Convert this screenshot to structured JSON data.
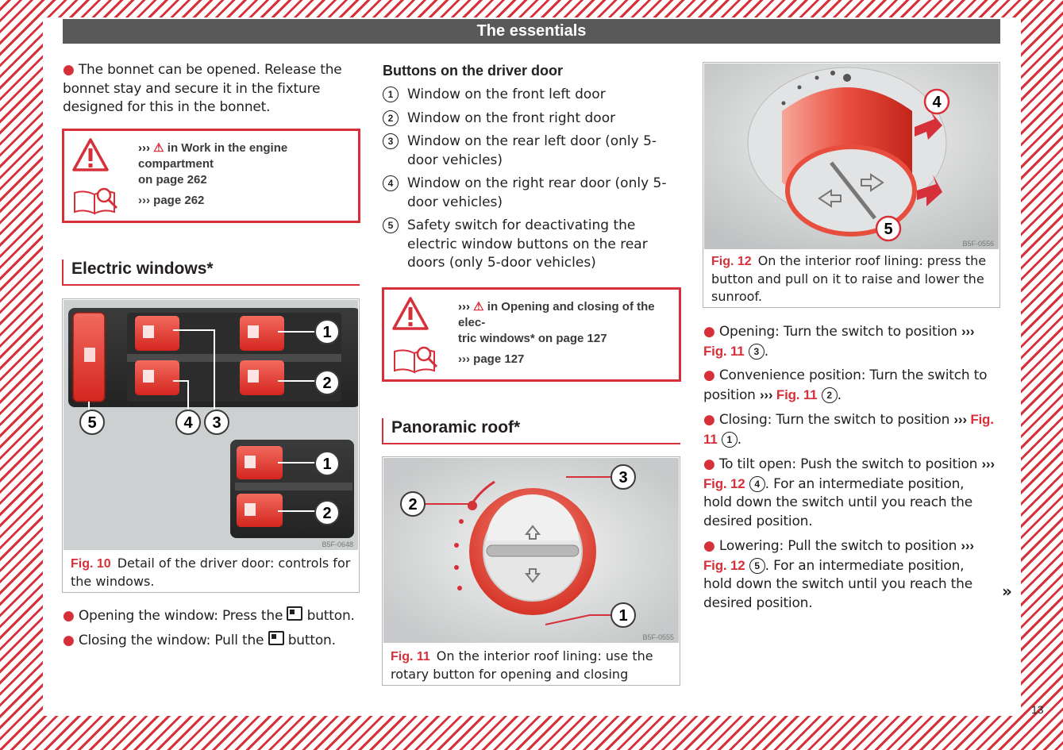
{
  "header": {
    "title": "The essentials"
  },
  "col1": {
    "bonnet_text": "The bonnet can be opened. Release the bonnet stay and secure it in the fixture designed for this in the bonnet.",
    "warn": {
      "line1": "in Work in the engine compartment",
      "line2": "on page 262",
      "ref": "page 262"
    },
    "section_title": "Electric windows*",
    "fig_label": "Fig. 10",
    "fig_caption": "Detail of the driver door: controls for the windows.",
    "fig_code": "B5F-0648",
    "bullet_open": "Opening the window: Press the",
    "bullet_close": "Closing the window: Pull the",
    "button_word": "button.",
    "callouts": [
      "1",
      "2",
      "4",
      "3",
      "5",
      "1",
      "2"
    ]
  },
  "col2": {
    "heading": "Buttons on the driver door",
    "items": [
      {
        "n": "1",
        "text": "Window on the front left door"
      },
      {
        "n": "2",
        "text": "Window on the front right door"
      },
      {
        "n": "3",
        "text": "Window on the rear left door (only 5-door vehicles)"
      },
      {
        "n": "4",
        "text": "Window on the right rear door (only 5-door vehicles)"
      },
      {
        "n": "5",
        "text": "Safety switch for deactivating the electric window buttons on the rear doors (only 5-door vehicles)"
      }
    ],
    "warn": {
      "line1": "in Opening and closing of the elec-",
      "line2": "tric windows* on page 127",
      "ref": "page 127"
    },
    "section_title": "Panoramic roof*",
    "fig_label": "Fig. 11",
    "fig_caption": "On the interior roof lining: use the rotary button for opening and closing",
    "fig_code": "B5F-0555",
    "callouts": [
      "2",
      "3",
      "1"
    ]
  },
  "col3": {
    "fig_label": "Fig. 12",
    "fig_caption": "On the interior roof lining: press the button and pull on it to raise and lower the sunroof.",
    "fig_code": "B5F-0556",
    "callouts": [
      "4",
      "5"
    ],
    "b1": {
      "pre": "Opening: Turn the switch to position",
      "ref": "Fig. 11",
      "n": "3"
    },
    "b2": {
      "pre": "Convenience position: Turn the switch to position",
      "ref": "Fig. 11",
      "n": "2"
    },
    "b3": {
      "pre": "Closing: Turn the switch to position",
      "ref": "Fig. 11",
      "n": "1"
    },
    "b4": {
      "pre": "To tilt open: Push the switch to position",
      "ref": "Fig. 12",
      "n": "4",
      "post": "For an intermediate position, hold down the switch until you reach the desired position."
    },
    "b5": {
      "pre": "Lowering: Pull the switch to position",
      "ref": "Fig. 12",
      "n": "5",
      "post": "For an intermediate position, hold down the switch until you reach the desired position."
    }
  },
  "page_number": "13",
  "icons": {
    "warning": "warning-triangle-icon",
    "manual": "manual-book-icon",
    "window": "window-button-icon"
  },
  "colors": {
    "accent": "#d6303a",
    "header_bg": "#595959"
  }
}
